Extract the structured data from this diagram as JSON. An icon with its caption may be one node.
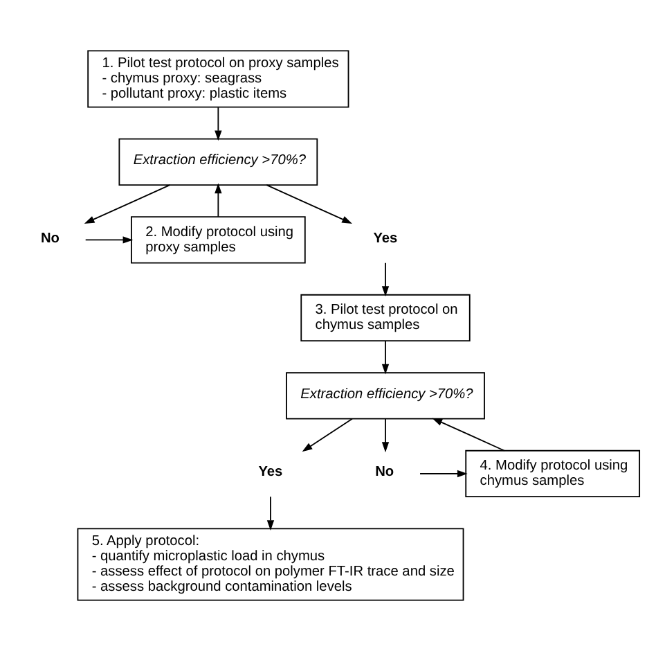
{
  "diagram": {
    "nodes": [
      {
        "text": [
          "1. Pilot test protocol on proxy samples",
          "- chymus proxy: seagrass",
          "- pollutant proxy: plastic items"
        ]
      },
      {
        "text": [
          "Extraction efficiency >70%?"
        ]
      },
      {
        "text": [
          "2. Modify protocol using proxy samples"
        ]
      },
      {
        "text": [
          "No"
        ]
      },
      {
        "text": [
          "Yes"
        ]
      },
      {
        "text": [
          "3. Pilot test protocol on chymus samples"
        ]
      },
      {
        "text": [
          "Extraction efficiency >70%?"
        ]
      },
      {
        "text": [
          "4. Modify protocol using chymus samples"
        ]
      },
      {
        "text": [
          "Yes"
        ]
      },
      {
        "text": [
          "No"
        ]
      },
      {
        "text": [
          "5. Apply protocol:",
          "- quantify microplastic load in chymus",
          "- assess effect of protocol on polymer FT-IR trace and size",
          "- assess background contamination levels"
        ]
      }
    ],
    "edges": [
      {
        "from": 0,
        "to": 1,
        "arrow": "to"
      },
      {
        "from": 1,
        "to": 3,
        "arrow": "to"
      },
      {
        "from": 1,
        "to": 4,
        "arrow": "to"
      },
      {
        "from": 3,
        "to": 2,
        "arrow": "to"
      },
      {
        "from": 2,
        "to": 1,
        "arrow": "to"
      },
      {
        "from": 4,
        "to": 5,
        "arrow": "to"
      },
      {
        "from": 5,
        "to": 6,
        "arrow": "to"
      },
      {
        "from": 6,
        "to": 8,
        "arrow": "to"
      },
      {
        "from": 6,
        "to": 9,
        "arrow": "to"
      },
      {
        "from": 9,
        "to": 7,
        "arrow": "to"
      },
      {
        "from": 7,
        "to": 6,
        "arrow": "to"
      },
      {
        "from": 8,
        "to": 10,
        "arrow": "to"
      }
    ]
  }
}
